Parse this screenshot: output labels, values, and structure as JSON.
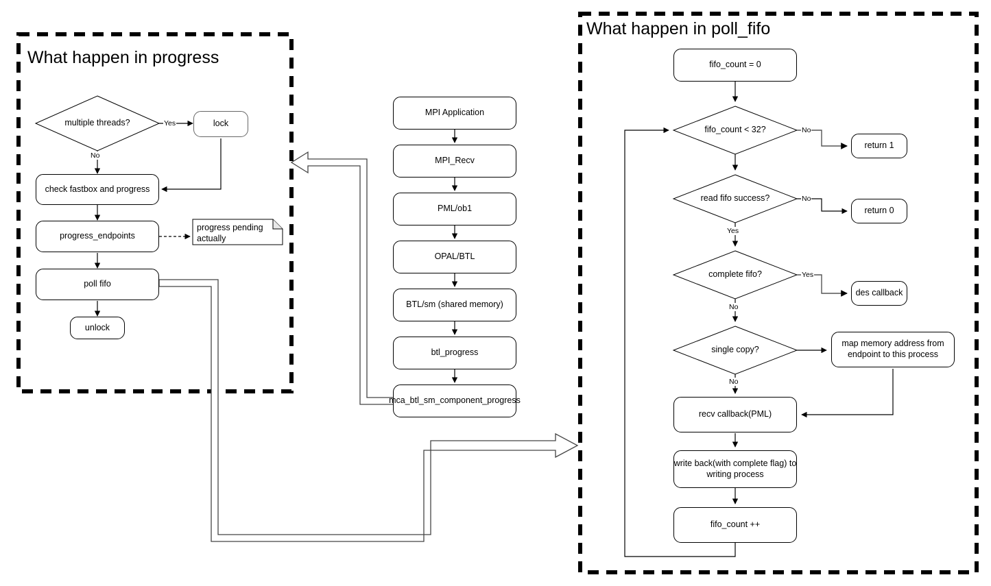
{
  "diagram": {
    "type": "flowchart",
    "title_left": "What happen in progress",
    "title_right": "What happen in poll_fifo",
    "colors": {
      "stroke": "#000000",
      "gray_stroke": "#666666",
      "background": "#ffffff",
      "note_fold": "#e8e8e8"
    }
  },
  "left_panel": {
    "title": "What happen in progress",
    "nodes": {
      "multiple_threads": "multiple threads?",
      "lock": "lock",
      "check_fastbox": "check fastbox and progress",
      "progress_endpoints": "progress_endpoints",
      "poll_fifo": "poll fifo",
      "unlock": "unlock"
    },
    "note": "progress pending\nactually",
    "edge_labels": {
      "yes": "Yes",
      "no": "No"
    }
  },
  "center_stack": {
    "nodes": [
      "MPI Application",
      "MPI_Recv",
      "PML/ob1",
      "OPAL/BTL",
      "BTL/sm (shared memory)",
      "btl_progress",
      "mca_btl_sm_component_progress"
    ]
  },
  "right_panel": {
    "title": "What happen in poll_fifo",
    "nodes": {
      "fifo_count_init": "fifo_count = 0",
      "fifo_count_lt_32": "fifo_count < 32?",
      "return_1": "return 1",
      "read_fifo_success": "read fifo success?",
      "return_0": "return 0",
      "complete_fifo": "complete fifo?",
      "des_callback": "des callback",
      "single_copy": "single copy?",
      "map_memory": "map memory address from\nendpoint to this process",
      "recv_callback": "recv callback(PML)",
      "write_back": "write back(with complete flag) to\nwriting process",
      "fifo_count_inc": "fifo_count ++"
    },
    "edge_labels": {
      "no_1": "No",
      "no_2": "No",
      "yes_1": "Yes",
      "yes_2": "Yes",
      "no_3": "No",
      "no_4": "No"
    }
  }
}
